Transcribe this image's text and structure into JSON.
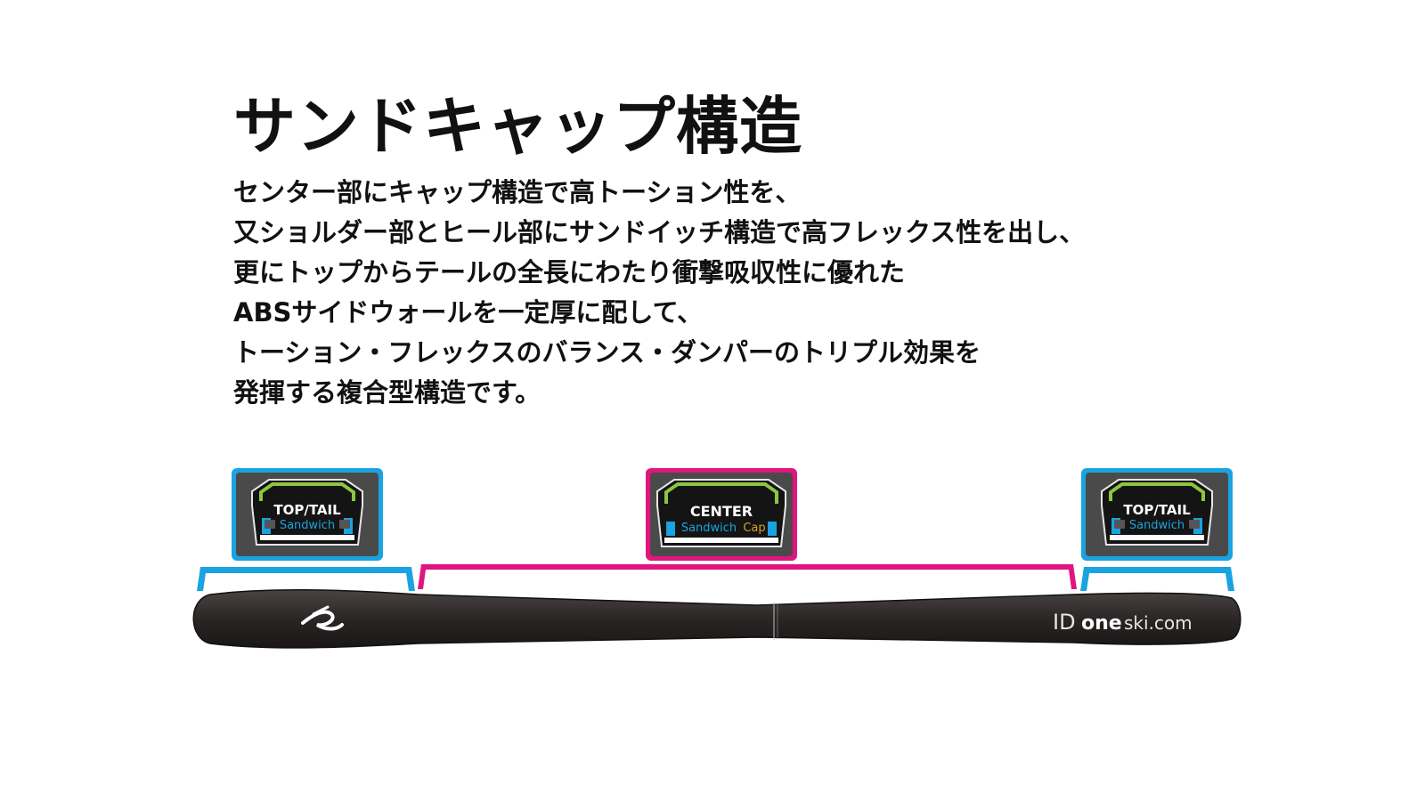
{
  "title": "サンドキャップ構造",
  "description": [
    "センター部にキャップ構造で高トーション性を、",
    "又ショルダー部とヒール部にサンドイッチ構造で高フレックス性を出し、",
    "更にトップからテールの全長にわたり衝撃吸収性に優れた",
    "ABSサイドウォールを一定厚に配して、",
    "トーション・フレックスのバランス・ダンパーのトリプル効果を",
    "発揮する複合型構造です。"
  ],
  "badges": {
    "left": {
      "line1": "TOP/TAIL",
      "line2": "Sandwich"
    },
    "center": {
      "line1": "CENTER",
      "line2a": "Sandwich",
      "line2b": "Cap"
    },
    "right": {
      "line1": "TOP/TAIL",
      "line2": "Sandwich"
    }
  },
  "ski": {
    "brand_id": "ID",
    "brand_one": "one",
    "brand_rest": "ski.com",
    "logo_icon": "id-one-swirl-logo"
  },
  "colors": {
    "sandwich_blue": "#1aa3e0",
    "cap_magenta": "#e0157f",
    "badge_bg": "#4a4a4a",
    "accent_green": "#8dc63f",
    "ski_body": "#2b2626"
  }
}
